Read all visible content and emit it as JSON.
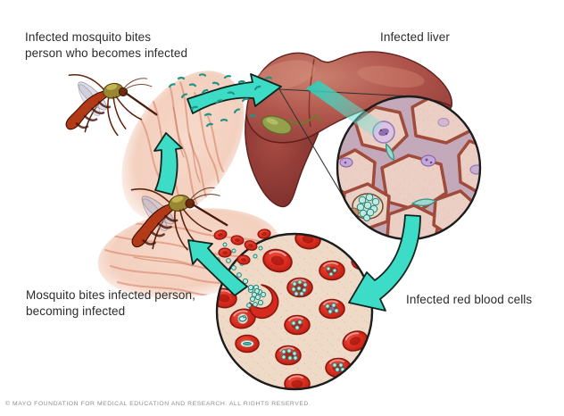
{
  "diagram": {
    "labels": {
      "infected_mosquito": "Infected mosquito bites\nperson who becomes infected",
      "infected_liver": "Infected liver",
      "mosquito_bites": "Mosquito bites infected person,\nbecoming infected",
      "infected_rbc": "Infected red blood cells"
    },
    "footer_copyright": "© MAYO FOUNDATION FOR MEDICAL EDUCATION AND RESEARCH. ALL RIGHTS RESERVED."
  },
  "colors": {
    "arrow_teal": "#3ddcc6",
    "arrow_outline": "#0f2620",
    "liver_red": "#b0544b",
    "liver_dark": "#7c2d2b",
    "skin_pink": "#f4d0c0",
    "skin_stroke": "#dd9379",
    "rbc_red": "#d52a1e",
    "rbc_dark": "#8c170e",
    "plasma_tan": "#eedac6",
    "cell_fill": "#ebcfc5",
    "cell_border": "#a04a3a",
    "parasite_teal": "#39b0a2",
    "nucleus_purple": "#9a7cba",
    "text_dark": "#2b2b2b",
    "text_gray": "#8d8d8d"
  }
}
